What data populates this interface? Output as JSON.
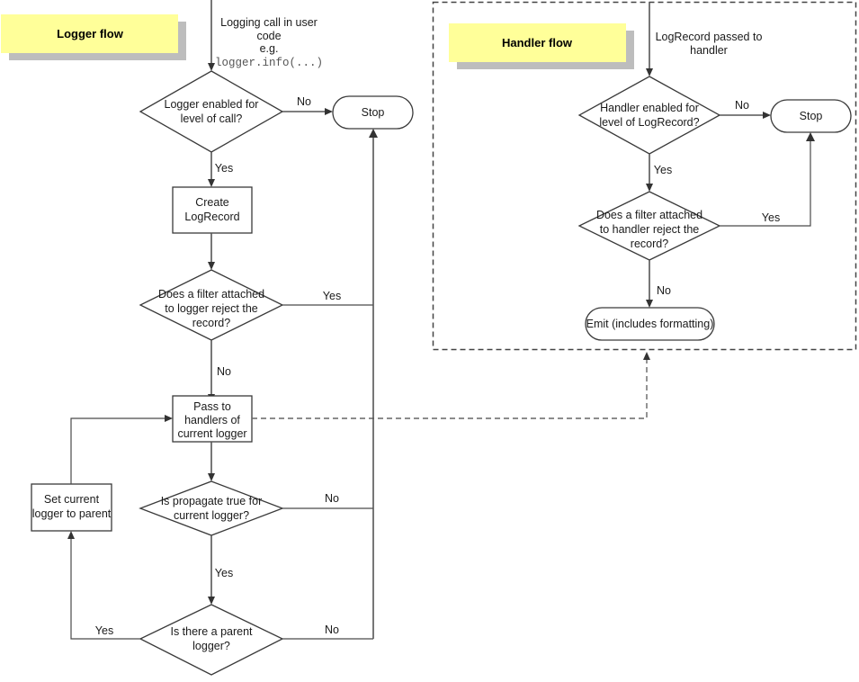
{
  "diagram": {
    "title_logger": "Logger flow",
    "title_handler": "Handler flow",
    "accent_banner_color": "#ffff99",
    "shadow_color": "#bdbdbd",
    "line_color": "#555555"
  },
  "logger_flow": {
    "entry_label_line1": "Logging call in user",
    "entry_label_line2": "code",
    "entry_label_line3": "e.g.",
    "entry_label_code": "logger.info(...)",
    "d1_line1": "Logger enabled for",
    "d1_line2": "level of call?",
    "d1_no": "No",
    "d1_yes": "Yes",
    "stop": "Stop",
    "b1_line1": "Create",
    "b1_line2": "LogRecord",
    "d2_line1": "Does a filter attached",
    "d2_line2": "to logger reject the",
    "d2_line3": "record?",
    "d2_yes": "Yes",
    "d2_no": "No",
    "b2_line1": "Pass to",
    "b2_line2": "handlers of",
    "b2_line3": "current logger",
    "d3_line1": "Is propagate true for",
    "d3_line2": "current logger?",
    "d3_no": "No",
    "d3_yes": "Yes",
    "d4_line1": "Is there a parent",
    "d4_line2": "logger?",
    "d4_yes": "Yes",
    "d4_no": "No",
    "b3_line1": "Set current",
    "b3_line2": "logger to parent"
  },
  "handler_flow": {
    "entry_label_line1": "LogRecord passed to",
    "entry_label_line2": "handler",
    "h1_line1": "Handler enabled for",
    "h1_line2": "level of LogRecord?",
    "h1_no": "No",
    "h1_yes": "Yes",
    "stop": "Stop",
    "h2_line1": "Does a filter attached",
    "h2_line2": "to handler reject the",
    "h2_line3": "record?",
    "h2_yes": "Yes",
    "h2_no": "No",
    "emit": "Emit (includes formatting)"
  }
}
